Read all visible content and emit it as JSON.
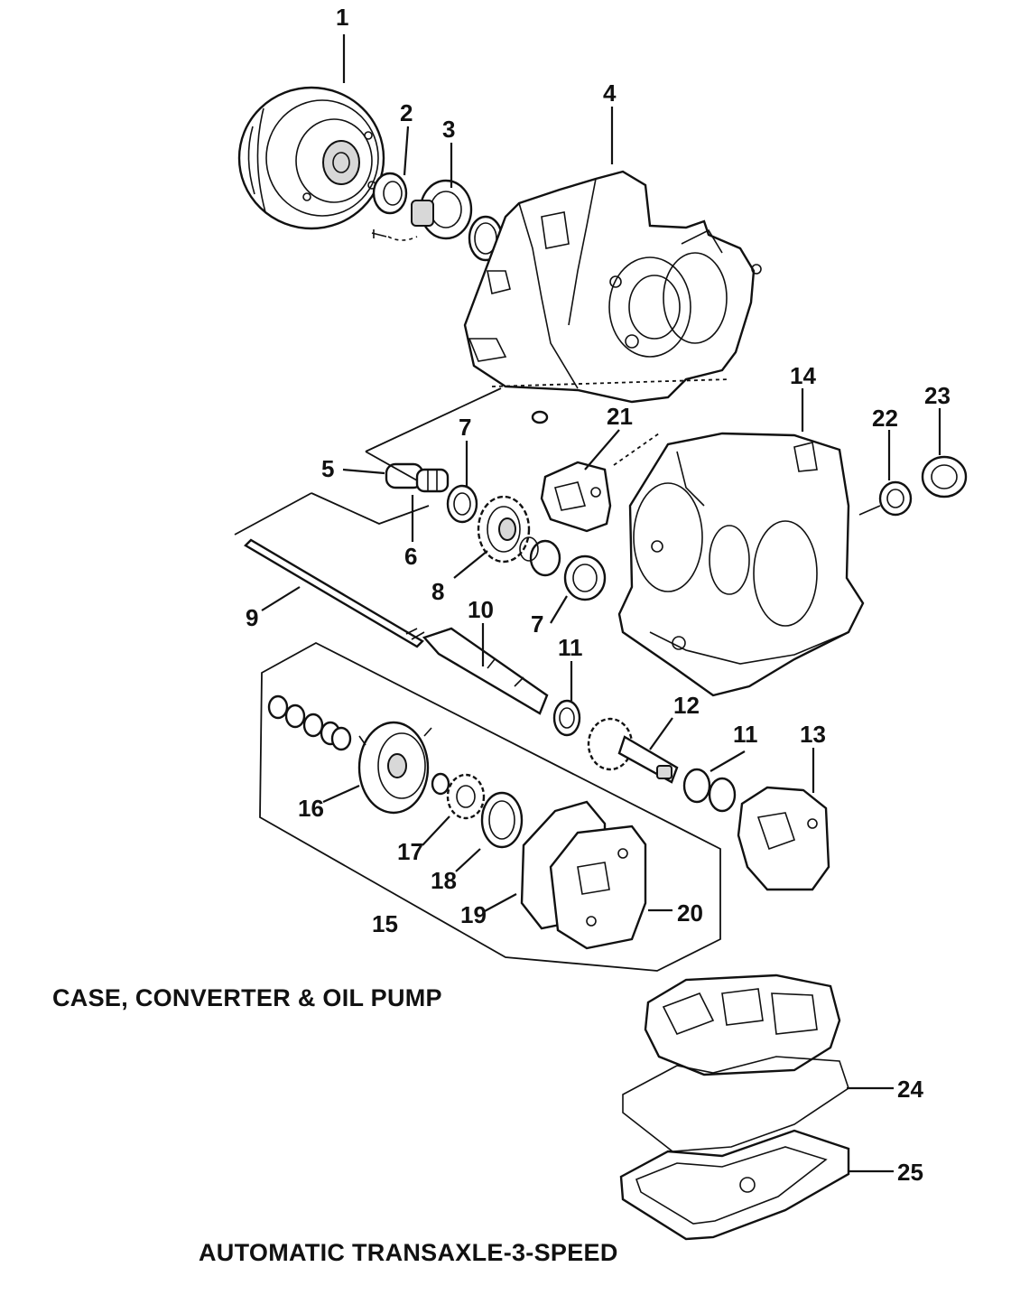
{
  "captions": {
    "group_title": "CASE, CONVERTER & OIL PUMP",
    "diagram_title": "AUTOMATIC TRANSAXLE-3-SPEED"
  },
  "callouts": {
    "c1": "1",
    "c2": "2",
    "c3": "3",
    "c4": "4",
    "c5": "5",
    "c6": "6",
    "c7a": "7",
    "c7b": "7",
    "c8": "8",
    "c9": "9",
    "c10": "10",
    "c11a": "11",
    "c11b": "11",
    "c12": "12",
    "c13": "13",
    "c14": "14",
    "c15": "15",
    "c16": "16",
    "c17": "17",
    "c18": "18",
    "c19": "19",
    "c20": "20",
    "c21": "21",
    "c22": "22",
    "c23": "23",
    "c24": "24",
    "c25": "25"
  }
}
